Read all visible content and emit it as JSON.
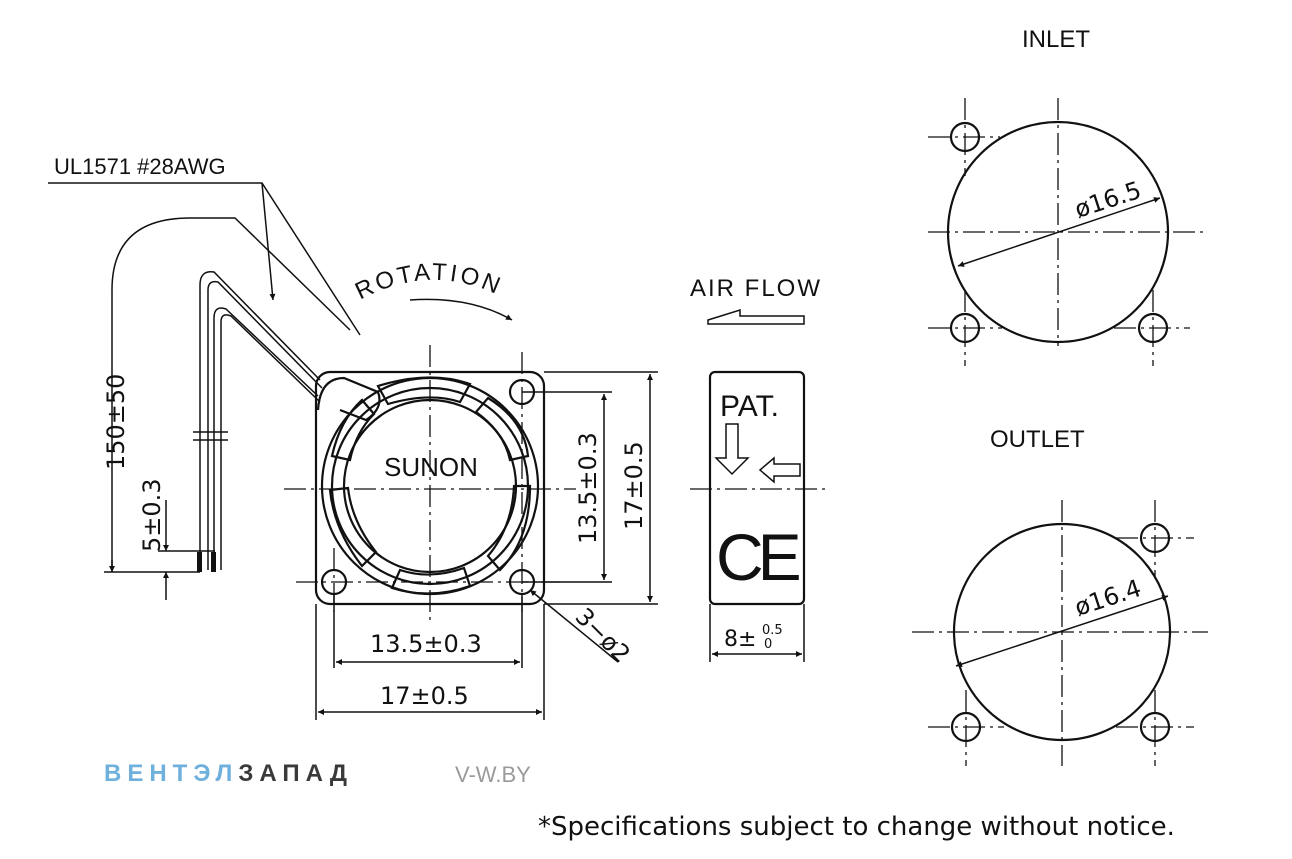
{
  "labels": {
    "wire": "UL1571  #28AWG",
    "rotation": "ROTATION",
    "air_flow": "AIR FLOW",
    "brand_name": "SUNON",
    "patent": "PAT.",
    "ce_mark": "CE",
    "inlet": "INLET",
    "outlet": "OUTLET"
  },
  "dimensions": {
    "lead_length": "150±50",
    "strip": "5±0.3",
    "hole_spacing_v": "13.5±0.3",
    "size_v": "17±0.5",
    "hole_spacing_h": "13.5±0.3",
    "size_h": "17±0.5",
    "holes": "3−ø2",
    "thickness_base": "8±",
    "thickness_upper": "0.5",
    "thickness_lower": "0",
    "inlet_diameter": "ø16.5",
    "outlet_diameter": "ø16.4"
  },
  "footer": {
    "brand_part1": "ВЕНТЭЛ",
    "brand_part2": "ЗАПАД",
    "site": "V-W.BY",
    "notice": "*Specifications subject to change without notice."
  }
}
